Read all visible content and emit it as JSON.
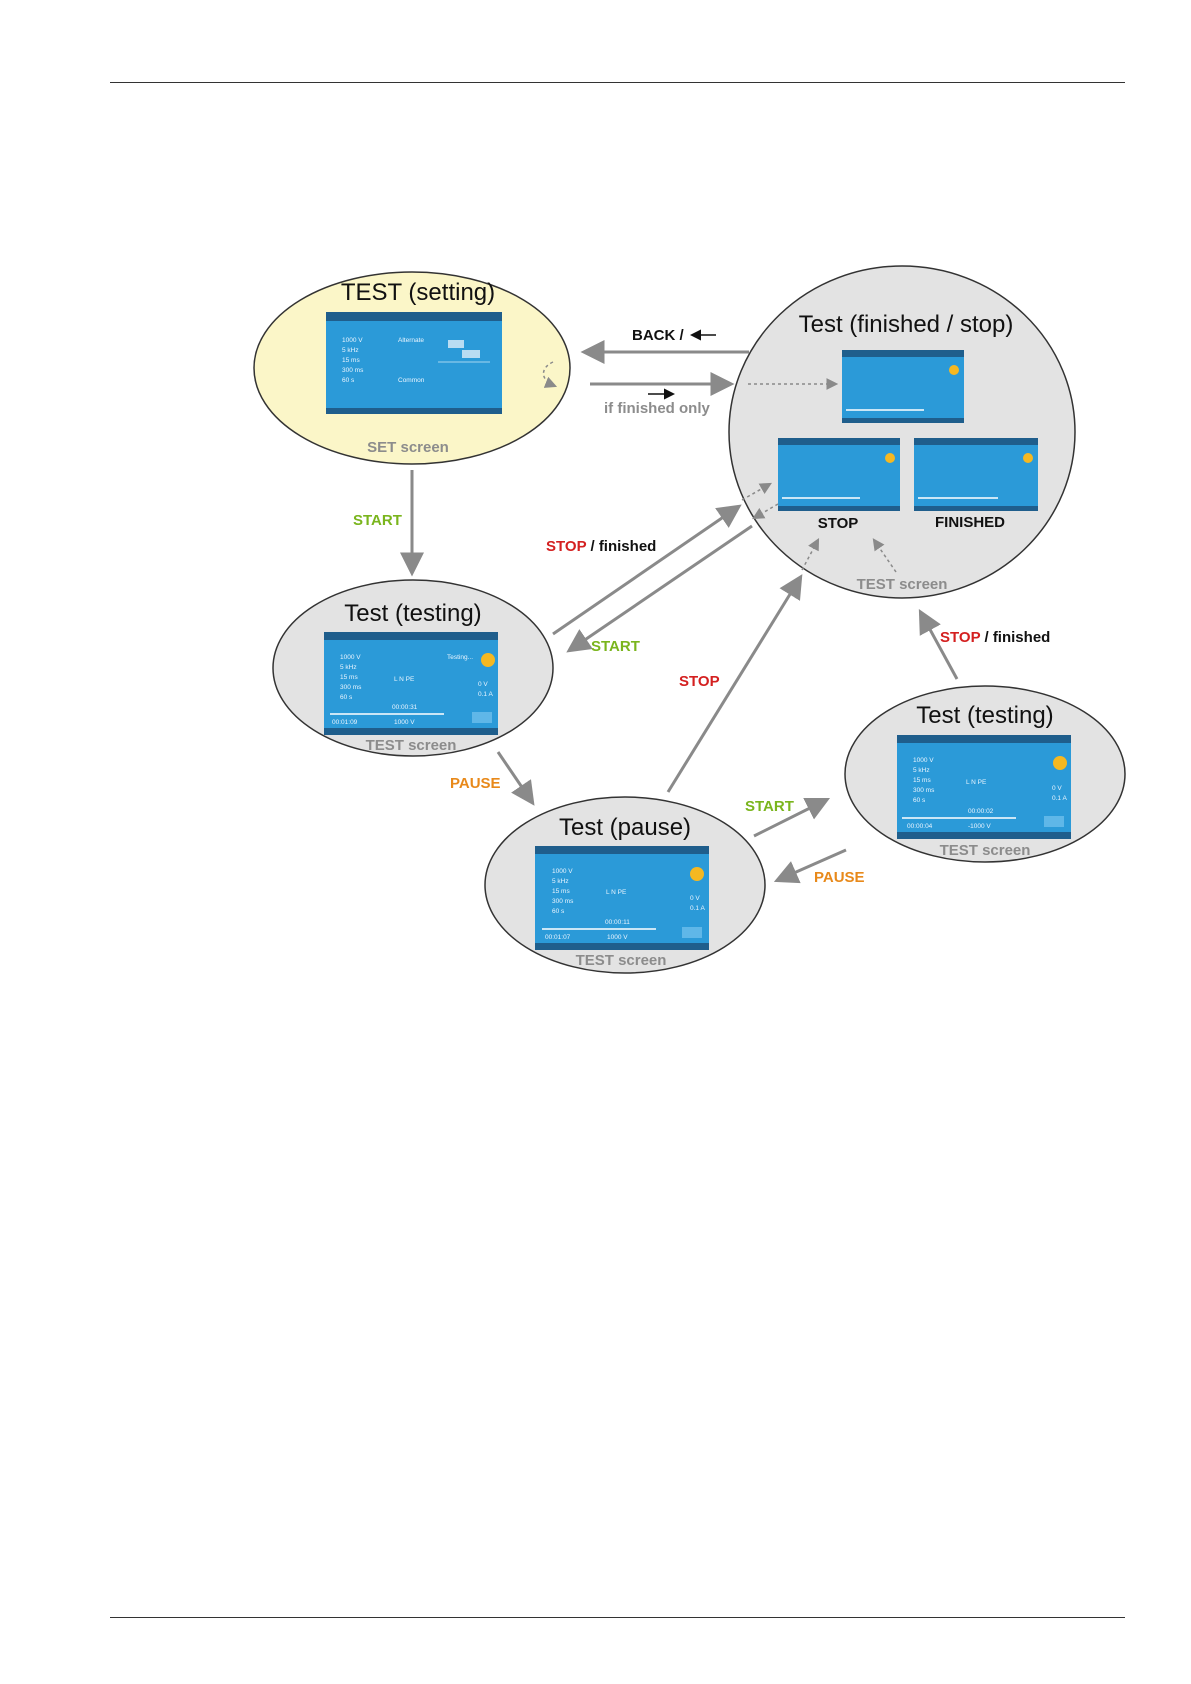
{
  "nodes": {
    "setting": {
      "title": "TEST (setting)",
      "screen": "SET screen"
    },
    "finished_stop": {
      "title": "Test (finished / stop)",
      "screen": "TEST screen",
      "stop_label": "STOP",
      "finished_label": "FINISHED"
    },
    "testing_left": {
      "title": "Test (testing)",
      "screen": "TEST screen"
    },
    "pause": {
      "title": "Test (pause)",
      "screen": "TEST screen"
    },
    "testing_right": {
      "title": "Test (testing)",
      "screen": "TEST screen"
    }
  },
  "edges": {
    "back": {
      "label": "BACK /"
    },
    "if_finished": {
      "label": "if finished only"
    },
    "start_from_setting": {
      "label": "START"
    },
    "stop_finished_left": {
      "stop": "STOP",
      "finished": " / finished"
    },
    "start_from_finished": {
      "label": "START"
    },
    "stop_from_pause": {
      "label": "STOP"
    },
    "stop_finished_right": {
      "stop": "STOP",
      "finished": " / finished"
    },
    "pause_from_testing": {
      "label": "PAUSE"
    },
    "start_from_pause": {
      "label": "START"
    },
    "pause_from_right": {
      "label": "PAUSE"
    }
  },
  "mini_screens": {
    "settings": [
      "1000 V",
      "5 kHz",
      "15 ms",
      "300 ms",
      "60 s"
    ],
    "setting_extra": [
      "Alternate",
      "Common"
    ],
    "testing_status": "Testing...",
    "connection": "L  N  PE",
    "readings": [
      "0 V",
      "0.1 A"
    ],
    "time_left": "00:00:31",
    "time_right": "00:00:02",
    "time_pause": "00:00:11",
    "elapsed_left": "00:01:09",
    "elapsed_right": "00:00:04",
    "elapsed_pause": "00:01:07",
    "voltage_left": "1000 V",
    "voltage_right": "-1000 V",
    "voltage_pause": "1000 V"
  },
  "colors": {
    "setting_fill": "#fbf6c8",
    "state_fill": "#e3e3e3",
    "arrow": "#8a8a8a",
    "screen_blue": "#2b9ad8",
    "screen_dark": "#1f5e8c",
    "indicator": "#f5b821"
  }
}
